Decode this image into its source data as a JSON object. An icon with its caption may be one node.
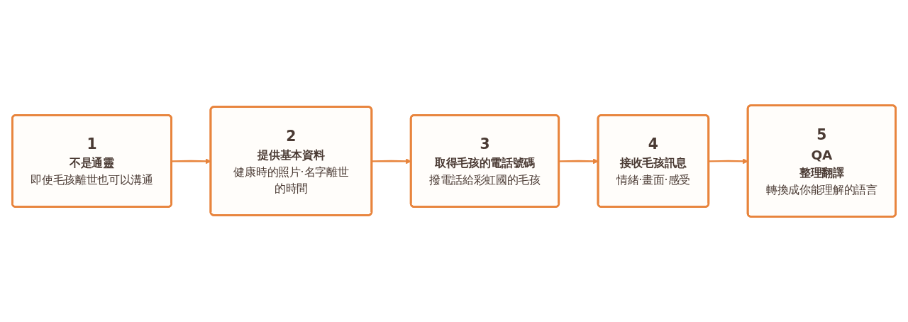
{
  "diagram": {
    "nodes": [
      {
        "text": [
          "1",
          "不是通靈",
          "即使毛孩離世也可以溝通"
        ]
      },
      {
        "text": [
          "2",
          "提供基本資料",
          "健康時的照片·名字離世的時間"
        ]
      },
      {
        "text": [
          "3",
          "取得毛孩的電話號碼",
          "撥電話給彩虹國的毛孩"
        ]
      },
      {
        "text": [
          "4",
          "接收毛孩訊息",
          "情緒·畫面·感受"
        ]
      },
      {
        "text": [
          "5",
          "QA",
          "整理翻譯",
          "轉換成你能理解的語言"
        ]
      }
    ],
    "edges": [
      {
        "from": 0,
        "to": 1,
        "arrow": "to"
      },
      {
        "from": 1,
        "to": 2,
        "arrow": "to"
      },
      {
        "from": 2,
        "to": 3,
        "arrow": "to"
      },
      {
        "from": 3,
        "to": 4,
        "arrow": "to"
      }
    ]
  }
}
